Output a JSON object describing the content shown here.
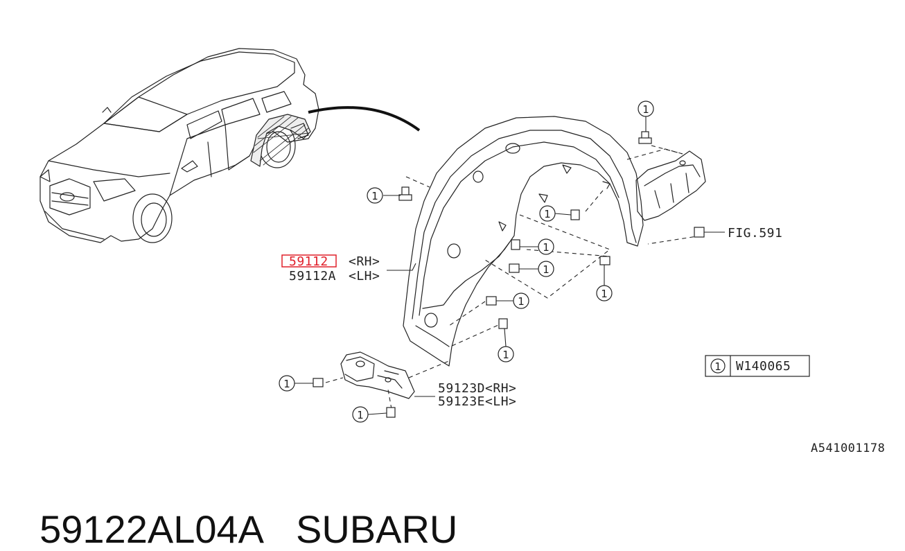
{
  "labels": {
    "part_main_rh": "59112",
    "part_main_rh_side": "<RH>",
    "part_main_lh": "59112A",
    "part_main_lh_side": "<LH>",
    "part_bracket_rh": "59123D<RH>",
    "part_bracket_lh": "59123E<LH>",
    "fig_ref": "FIG.591",
    "legend_num": "1",
    "legend_code": "W140065",
    "image_code": "A541001178",
    "callout": "1"
  },
  "footer": {
    "part_number": "59122AL04A",
    "brand": "SUBARU"
  },
  "highlight_color": "#e0202a"
}
